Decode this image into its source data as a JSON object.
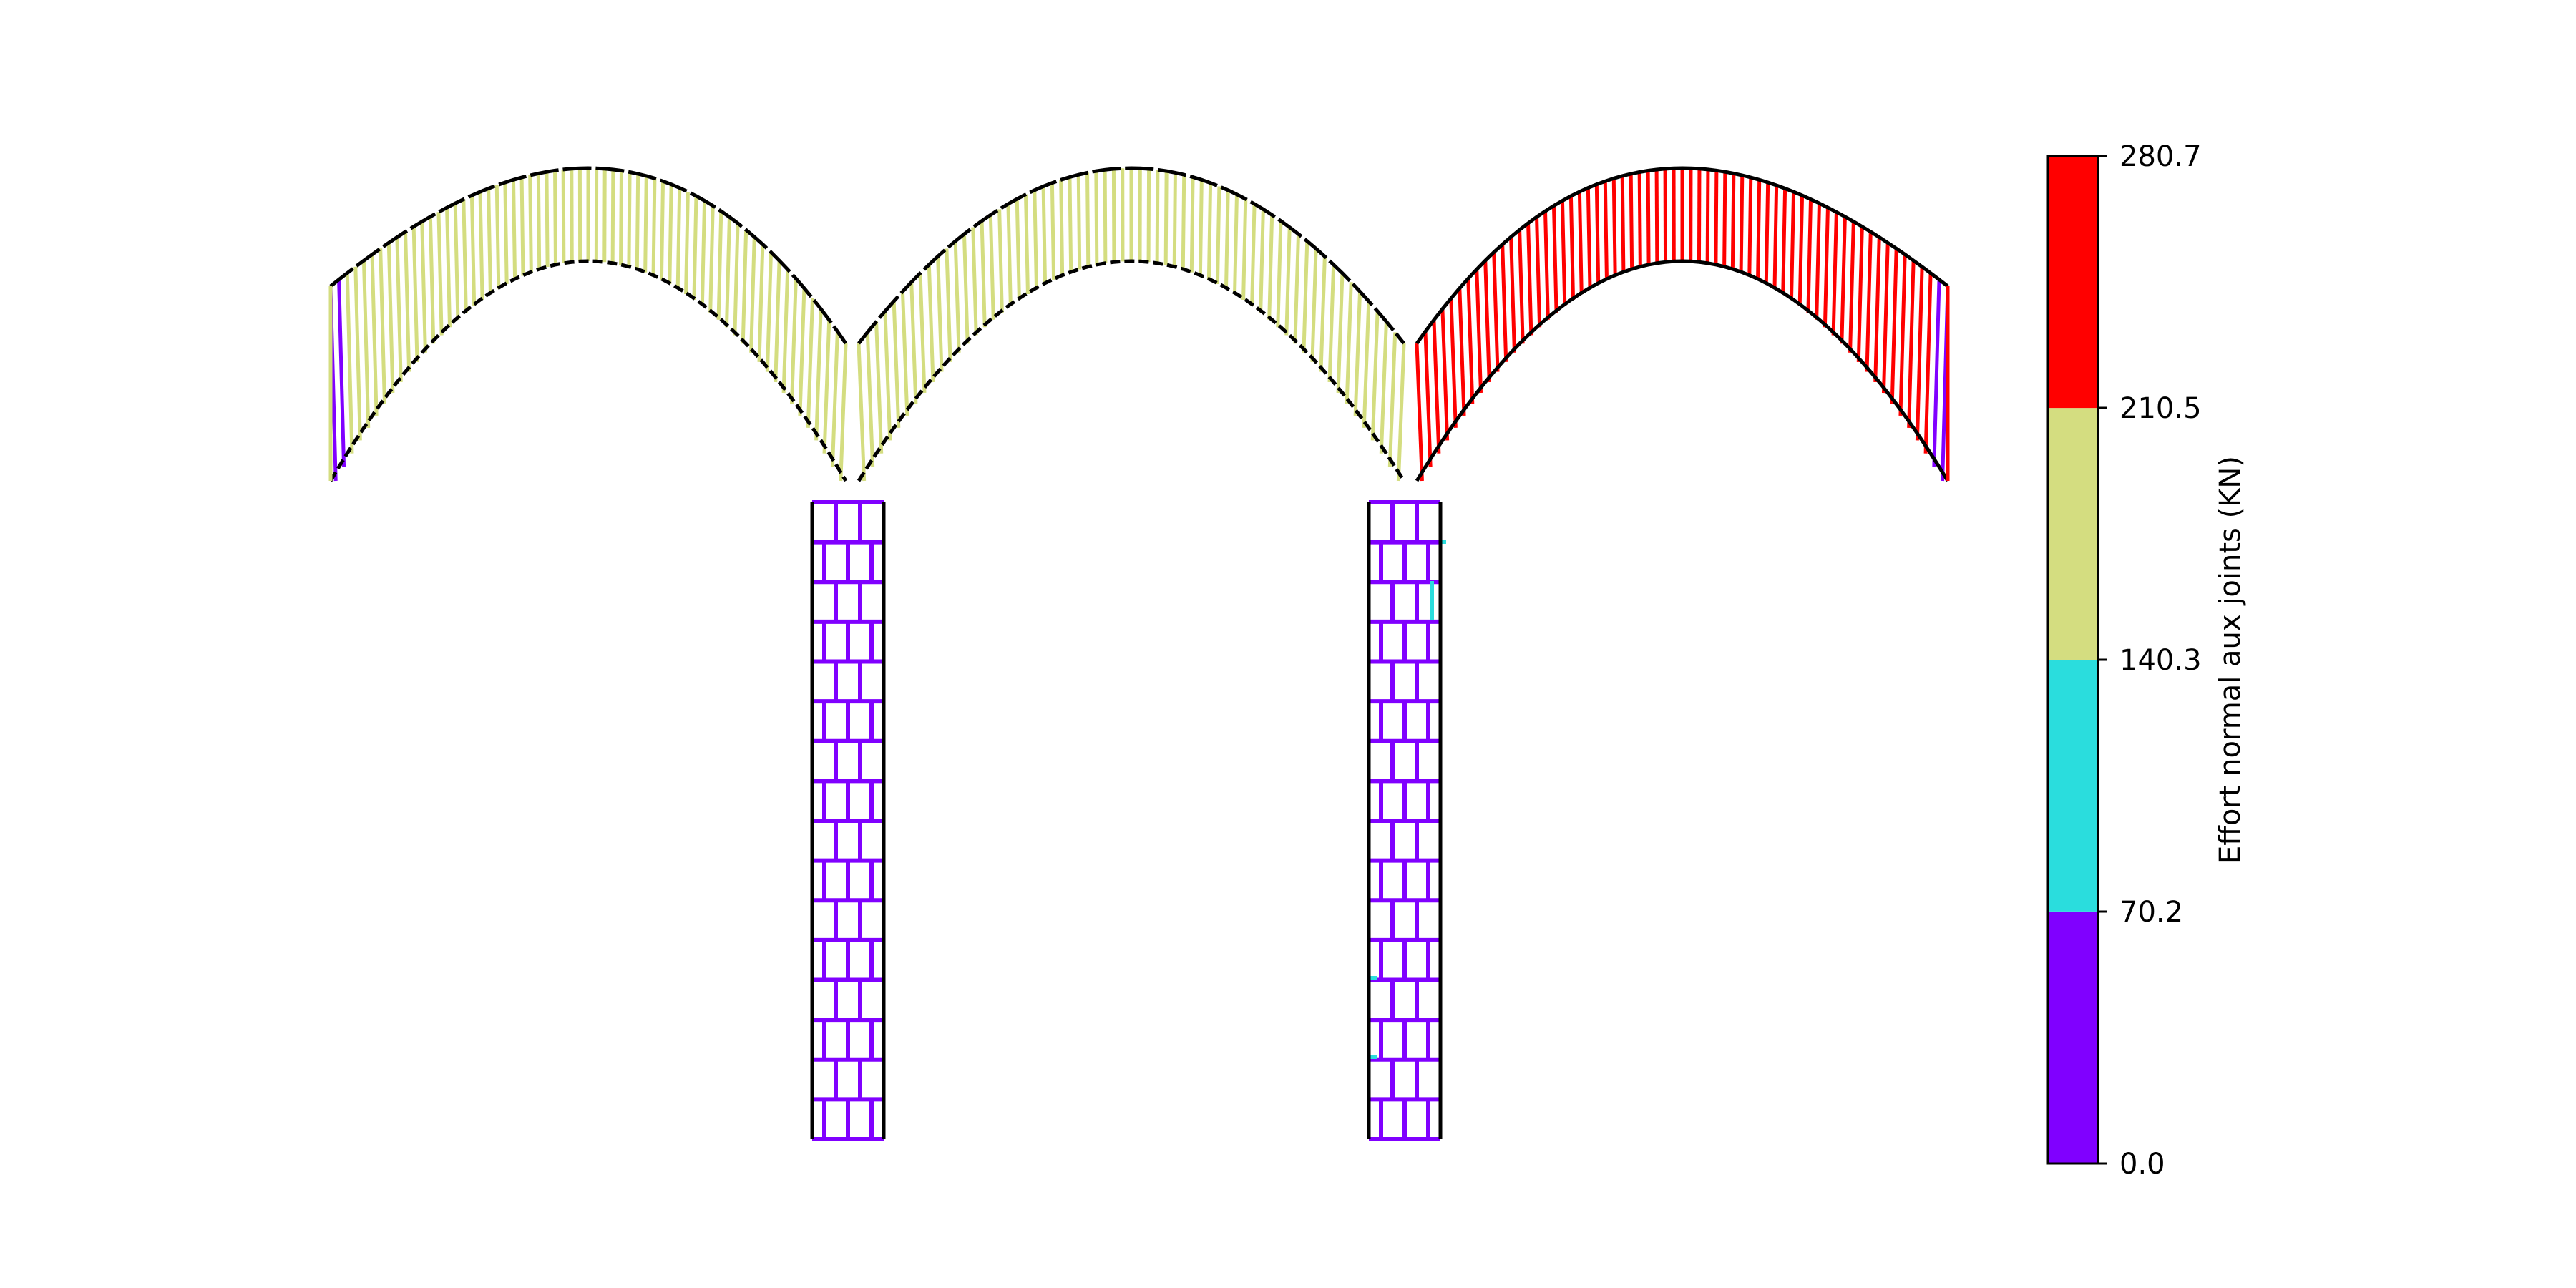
{
  "figure": {
    "joint_colors": {
      "purple": "#8000ff",
      "cyan": "#2adddd",
      "olive": "#d4dd80",
      "red": "#ff0000",
      "outline": "#000000"
    },
    "arch_spans": [
      {
        "name": "left-span",
        "joint_color": "olive",
        "support_jumps": [
          "purple"
        ]
      },
      {
        "name": "middle-span",
        "joint_color": "olive"
      },
      {
        "name": "right-span",
        "joint_color": "red",
        "support_jumps": [
          "purple"
        ]
      }
    ],
    "piers": [
      {
        "name": "pier-left",
        "joint_color": "purple"
      },
      {
        "name": "pier-right",
        "joint_color": "purple",
        "accent_color": "cyan"
      }
    ]
  },
  "colorbar": {
    "label": "Effort normal aux joints (KN)",
    "ticks": [
      "280.7",
      "210.5",
      "140.3",
      "70.2",
      "0.0"
    ],
    "bands": [
      {
        "from": 0.0,
        "to": 70.2,
        "color": "#8000ff"
      },
      {
        "from": 70.2,
        "to": 140.3,
        "color": "#2adddd"
      },
      {
        "from": 140.3,
        "to": 210.5,
        "color": "#d4dd80"
      },
      {
        "from": 210.5,
        "to": 280.7,
        "color": "#ff0000"
      }
    ]
  }
}
